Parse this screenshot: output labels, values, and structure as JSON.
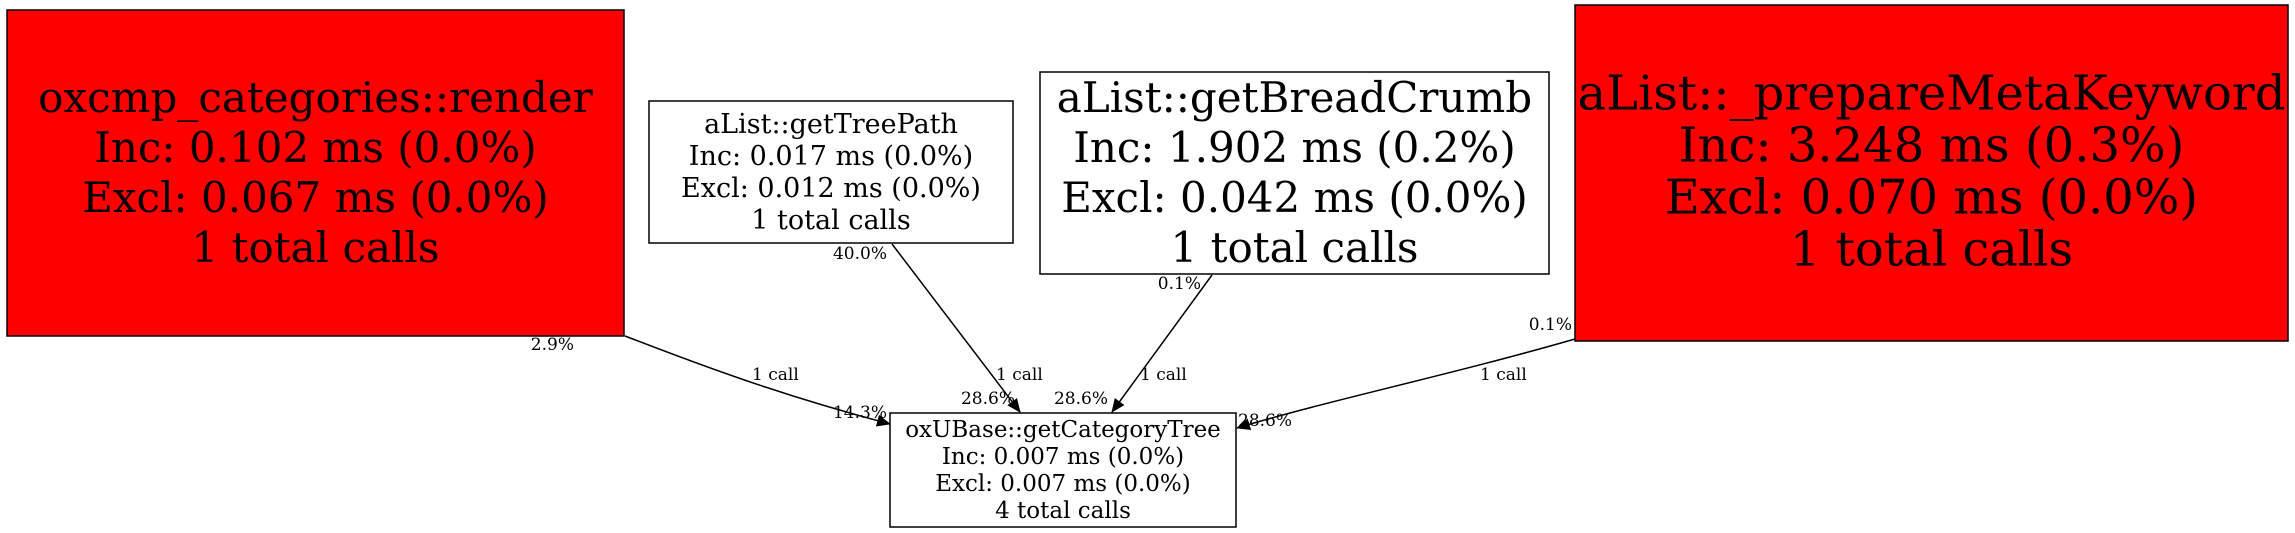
{
  "colors": {
    "hot": "#ff0000",
    "normal": "#ffffff",
    "stroke": "#000000"
  },
  "nodes": [
    {
      "id": "render",
      "lines": [
        "oxcmp_categories::render",
        "Inc: 0.102 ms (0.0%)",
        "Excl: 0.067 ms (0.0%)",
        "1 total calls"
      ],
      "color": "#ff0000"
    },
    {
      "id": "treepath",
      "lines": [
        "aList::getTreePath",
        "Inc: 0.017 ms (0.0%)",
        "Excl: 0.012 ms (0.0%)",
        "1 total calls"
      ],
      "color": "#ffffff"
    },
    {
      "id": "breadcrumb",
      "lines": [
        "aList::getBreadCrumb",
        "Inc: 1.902 ms (0.2%)",
        "Excl: 0.042 ms (0.0%)",
        "1 total calls"
      ],
      "color": "#ffffff"
    },
    {
      "id": "metakeyword",
      "lines": [
        "aList::_prepareMetaKeyword",
        "Inc: 3.248 ms (0.3%)",
        "Excl: 0.070 ms (0.0%)",
        "1 total calls"
      ],
      "color": "#ff0000"
    },
    {
      "id": "cattree",
      "lines": [
        "oxUBase::getCategoryTree",
        "Inc: 0.007 ms (0.0%)",
        "Excl: 0.007 ms (0.0%)",
        "4 total calls"
      ],
      "color": "#ffffff"
    }
  ],
  "edges": [
    {
      "id": "e-render",
      "from": "render",
      "to": "cattree",
      "tail_label": "2.9%",
      "label": "1 call",
      "head_label": "14.3%"
    },
    {
      "id": "e-treepath",
      "from": "treepath",
      "to": "cattree",
      "tail_label": "40.0%",
      "label": "1 call",
      "head_label": "28.6%"
    },
    {
      "id": "e-breadcrumb",
      "from": "breadcrumb",
      "to": "cattree",
      "tail_label": "0.1%",
      "label": "1 call",
      "head_label": "28.6%"
    },
    {
      "id": "e-metakeyword",
      "from": "metakeyword",
      "to": "cattree",
      "tail_label": "0.1%",
      "label": "1 call",
      "head_label": "28.6%"
    }
  ]
}
